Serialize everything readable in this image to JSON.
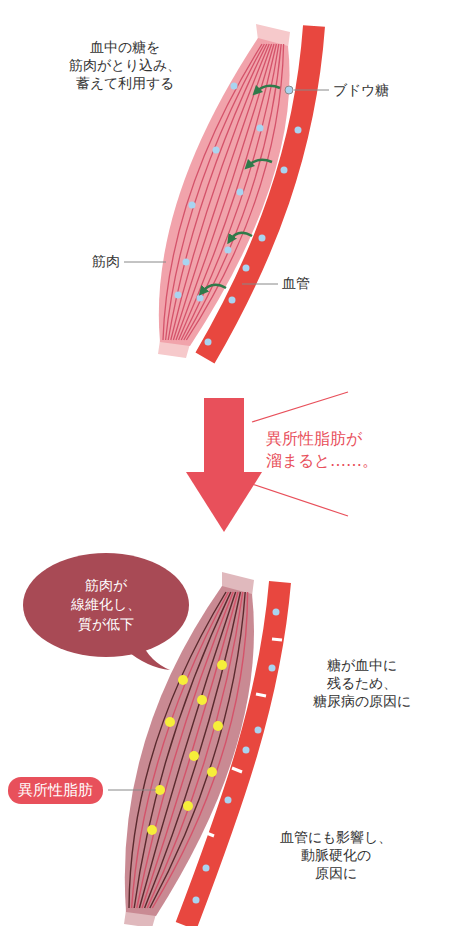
{
  "diagram": {
    "nodes": [
      {
        "text": [
          "筋肉が 線維化し、 質が低下"
        ]
      },
      {
        "text": [
          "異所性脂肪"
        ]
      }
    ],
    "labels": [
      "血中の糖を 筋肉がとり込み、 蓄えて利用する",
      "ブドウ糖",
      "筋肉",
      "血管",
      "異所性脂肪が 溜まると……。",
      "糖が血中に 残るため、 糖尿病の原因に",
      "血管にも影響し、 動脈硬化の 原因に"
    ]
  }
}
